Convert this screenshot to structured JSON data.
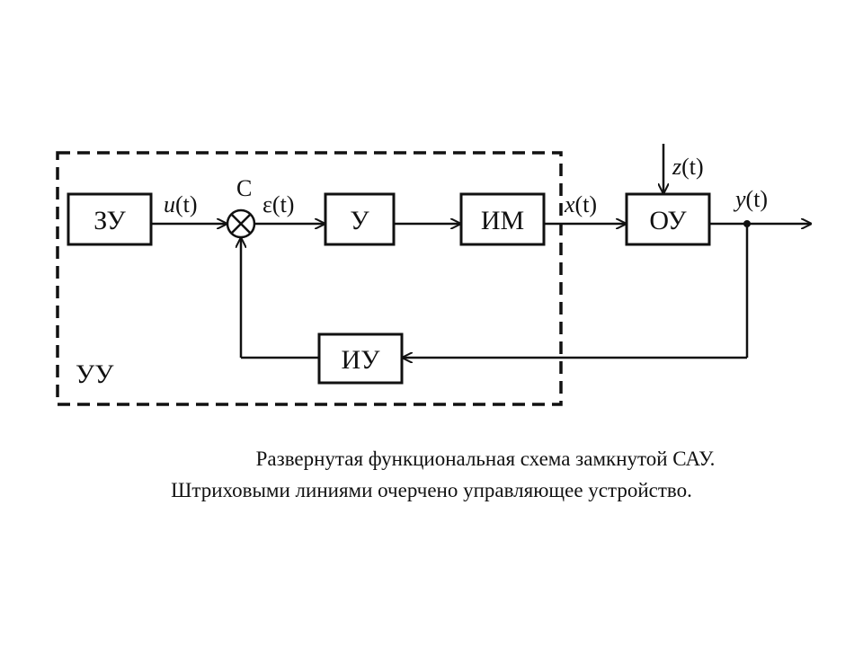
{
  "diagram": {
    "blocks": {
      "zu": "ЗУ",
      "u": "У",
      "im": "ИМ",
      "ou": "ОУ",
      "iu": "ИУ"
    },
    "comparator_label": "С",
    "boundary_label": "УУ",
    "signals": {
      "u_name": "u",
      "eps_name": "ε",
      "x_name": "x",
      "z_name": "z",
      "y_name": "y",
      "t_arg": "(t)"
    }
  },
  "caption": {
    "line1": "Развернутая функциональная схема замкнутой САУ.",
    "line2": "Штриховыми линиями очерчено управляющее устройство."
  }
}
